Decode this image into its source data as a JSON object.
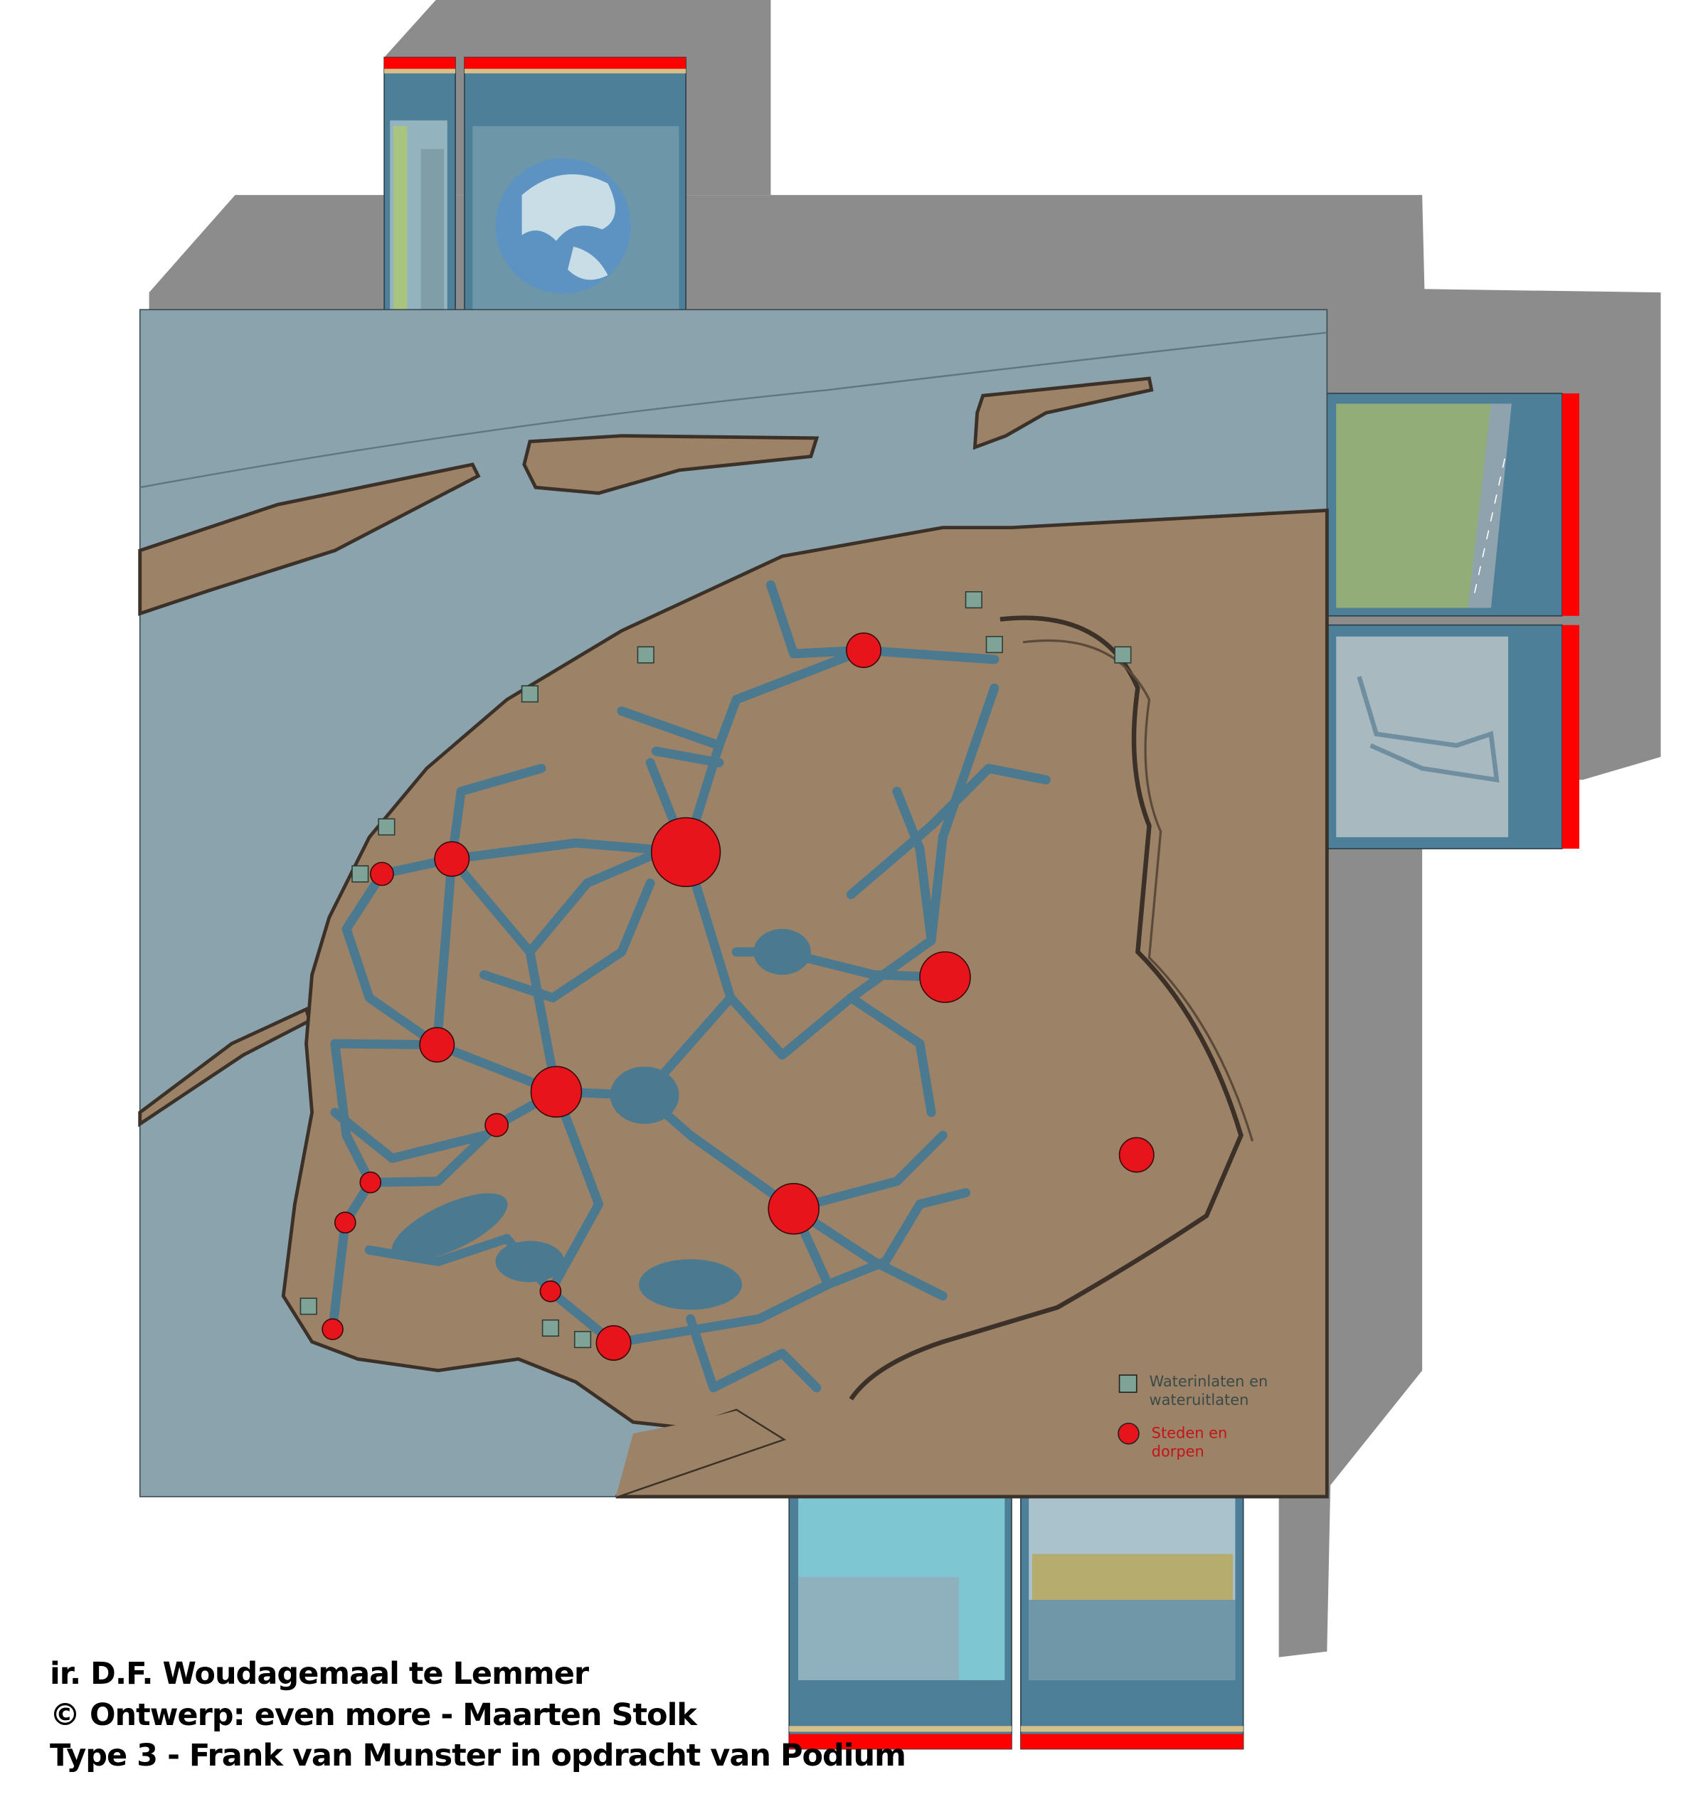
{
  "footer": {
    "line1": "ir. D.F. Woudagemaal te Lemmer",
    "line2": "©  Ontwerp: even more - Maarten Stolk",
    "line3": "Type 3 - Frank van Munster in opdracht van Podium"
  },
  "legend": {
    "inlets_line1": "Waterinlaten en",
    "inlets_line2": "wateruitlaten",
    "cities_line1": "Steden en",
    "cities_line2": "dorpen"
  },
  "colors": {
    "water": "#8aa3ad",
    "land": "#9c8266",
    "canal": "#4b7a90",
    "city": "#e8141c",
    "inlet": "#7fa397",
    "panel": "#4d7f99",
    "accent_red": "#ff0000",
    "shadow": "#8c8c8c"
  }
}
